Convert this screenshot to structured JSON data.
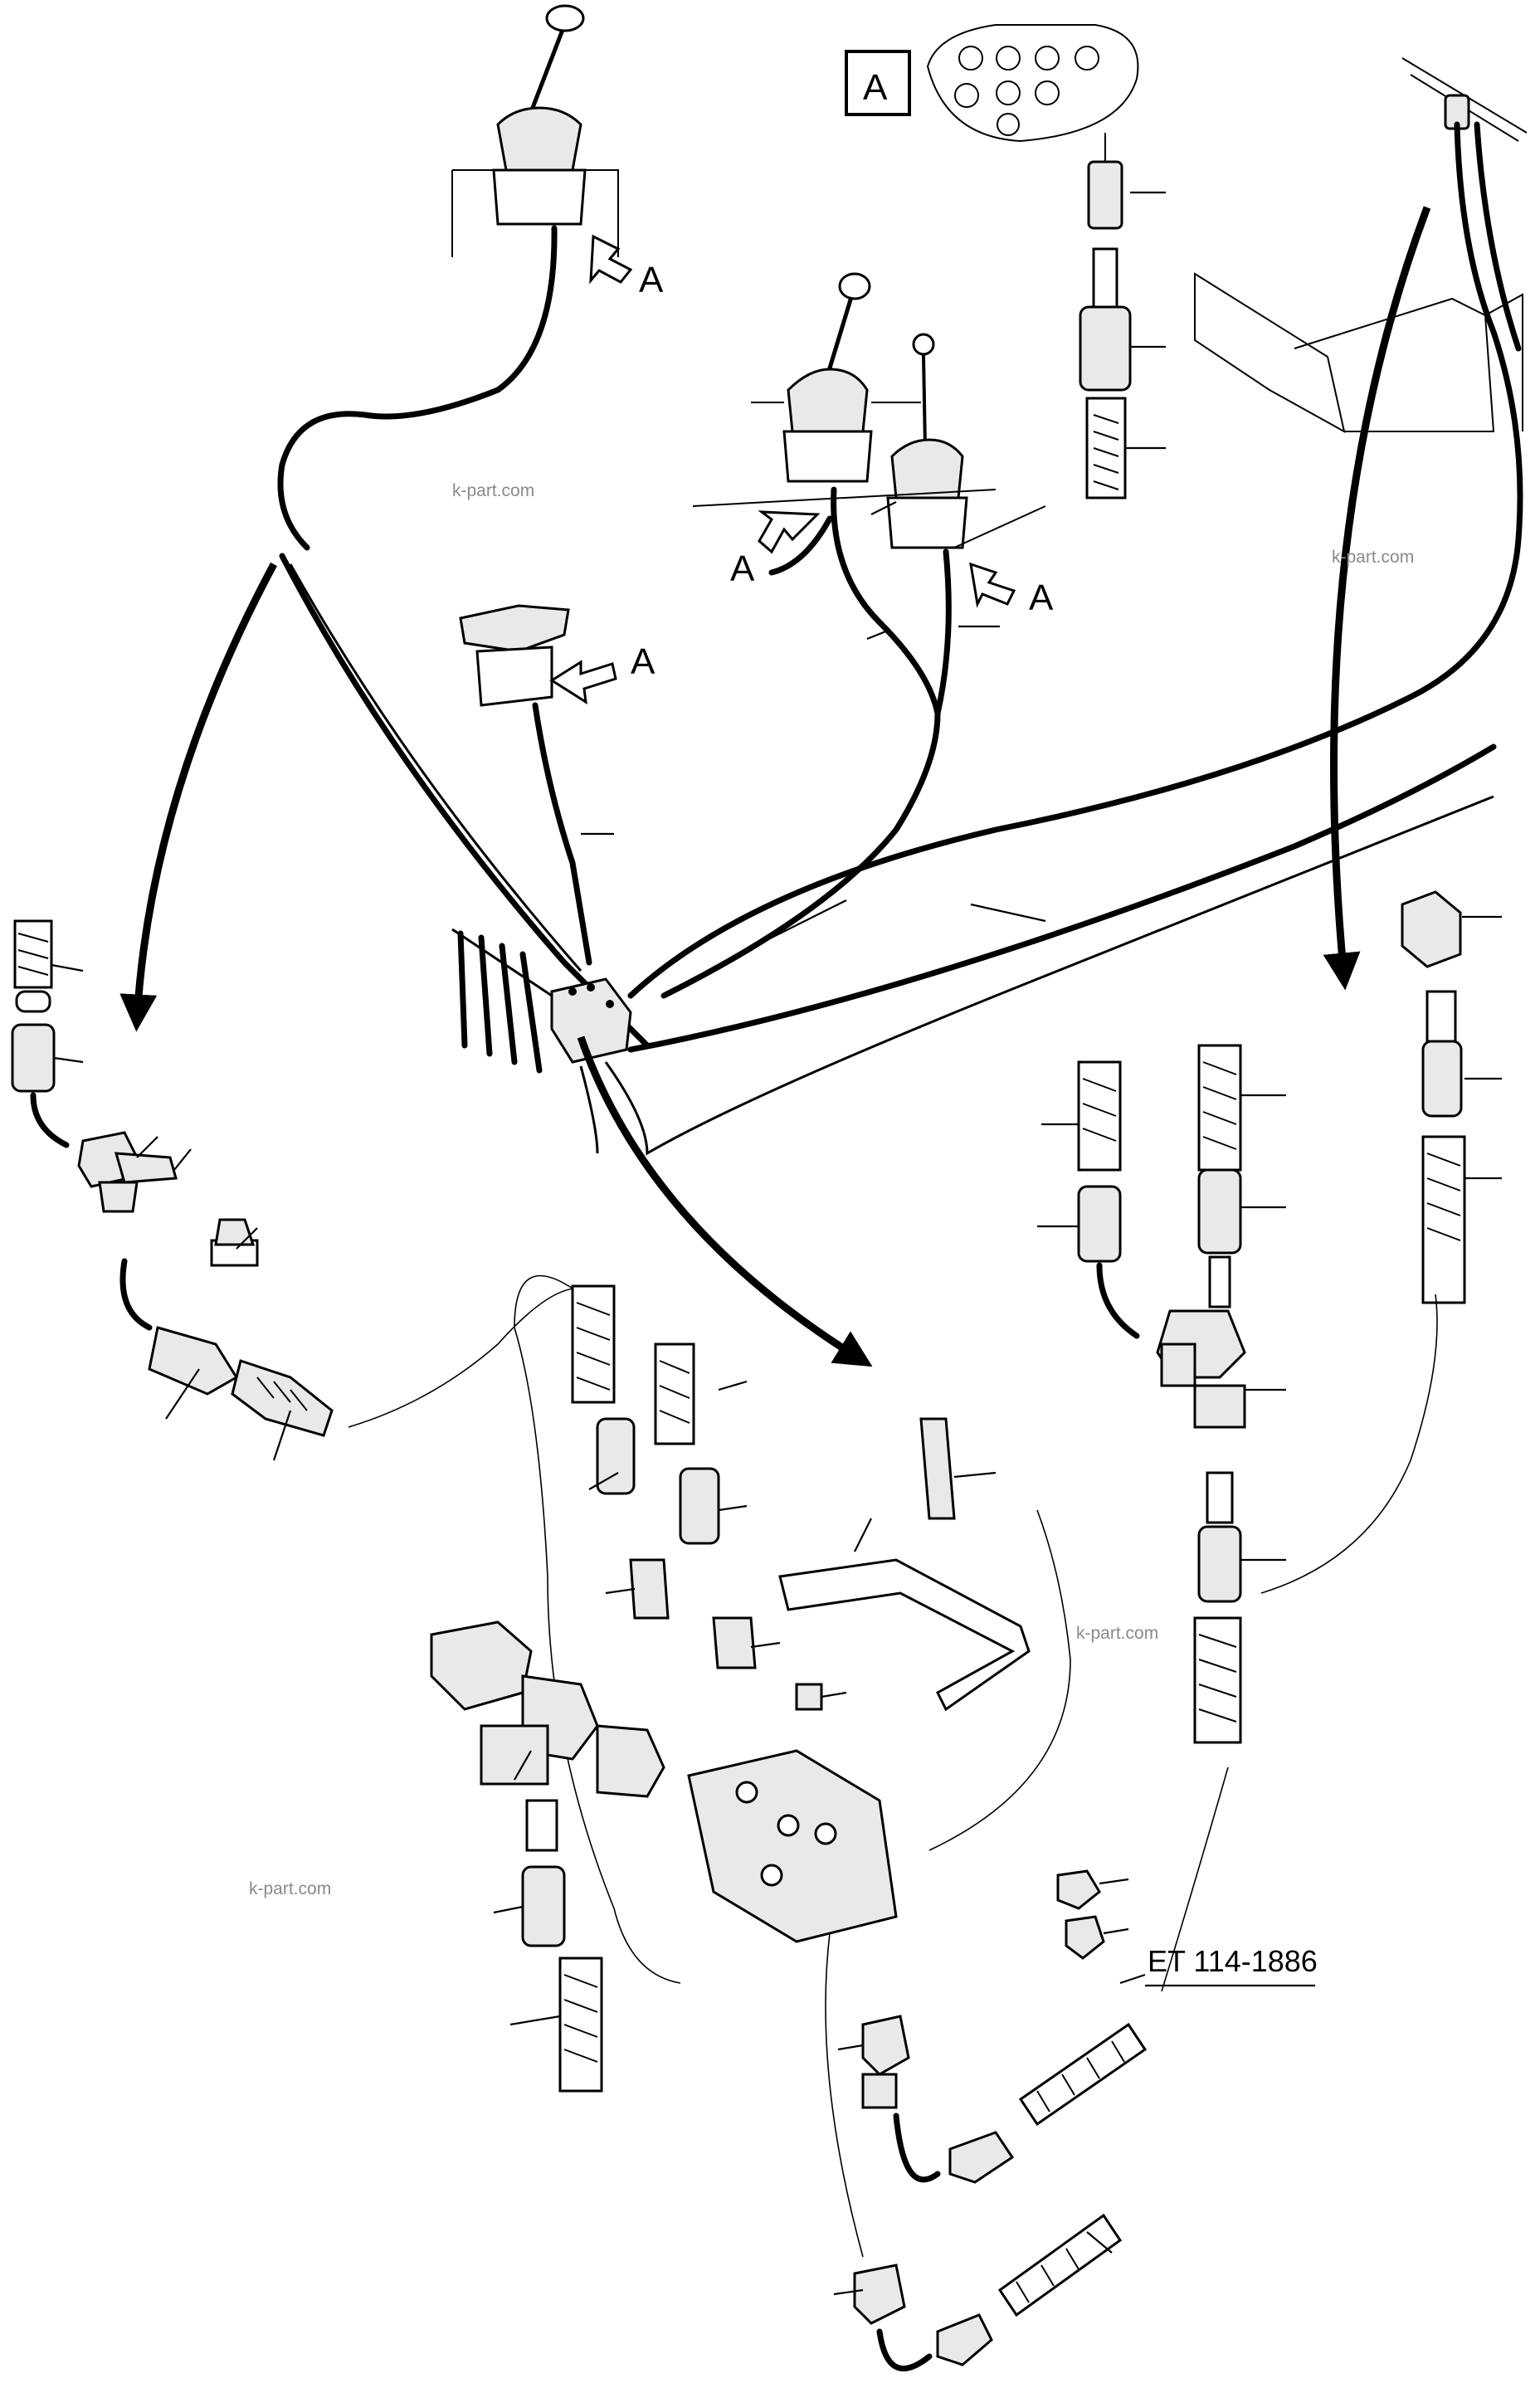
{
  "diagram": {
    "view_label": "A",
    "callout_letter": "A",
    "reference": "ET 114-1886",
    "watermark": "k-part.com"
  }
}
